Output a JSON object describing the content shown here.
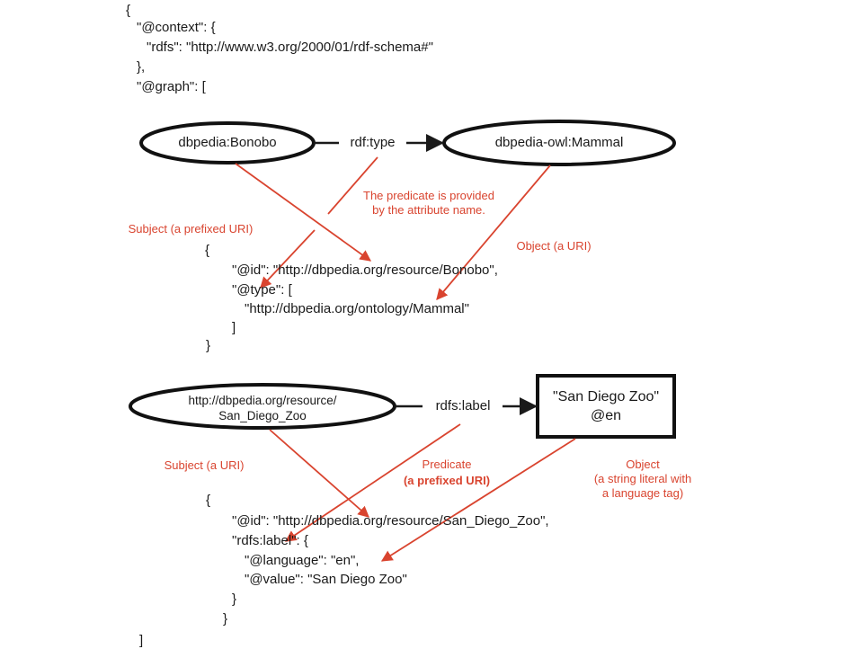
{
  "top_json": {
    "line1": "{",
    "line2": "\"@context\": {",
    "line3": "\"rdfs\": \"http://www.w3.org/2000/01/rdf-schema#\"",
    "line4": "},",
    "line5": "\"@graph\": ["
  },
  "triple1": {
    "subject": "dbpedia:Bonobo",
    "predicate": "rdf:type",
    "object": "dbpedia-owl:Mammal",
    "annotations": {
      "predicate": "The predicate is provided\nby the attribute name.",
      "subject": "Subject (a prefixed URI)",
      "object": "Object (a URI)"
    },
    "json": {
      "l1": "{",
      "l2": "\"@id\": \"http://dbpedia.org/resource/Bonobo\",",
      "l3": "\"@type\": [",
      "l4": "\"http://dbpedia.org/ontology/Mammal\"",
      "l5": "]",
      "l6": "}"
    }
  },
  "triple2": {
    "subject": "http://dbpedia.org/resource/\nSan_Diego_Zoo",
    "predicate": "rdfs:label",
    "object": "\"San Diego Zoo\"\n@en",
    "annotations": {
      "subject": "Subject (a URI)",
      "predicate_a": "Predicate",
      "predicate_b": "(a prefixed URI)",
      "object": "Object\n(a string literal with\na language tag)"
    },
    "json": {
      "l1": "{",
      "l2": "\"@id\": \"http://dbpedia.org/resource/San_Diego_Zoo\",",
      "l3": "\"rdfs:label\": {",
      "l4": "\"@language\": \"en\",",
      "l5": "\"@value\": \"San Diego Zoo\"",
      "l6": "}",
      "l7": "}"
    }
  },
  "closing": "]",
  "colors": {
    "annotation": "#d9442f",
    "text": "#1a1a1a"
  }
}
